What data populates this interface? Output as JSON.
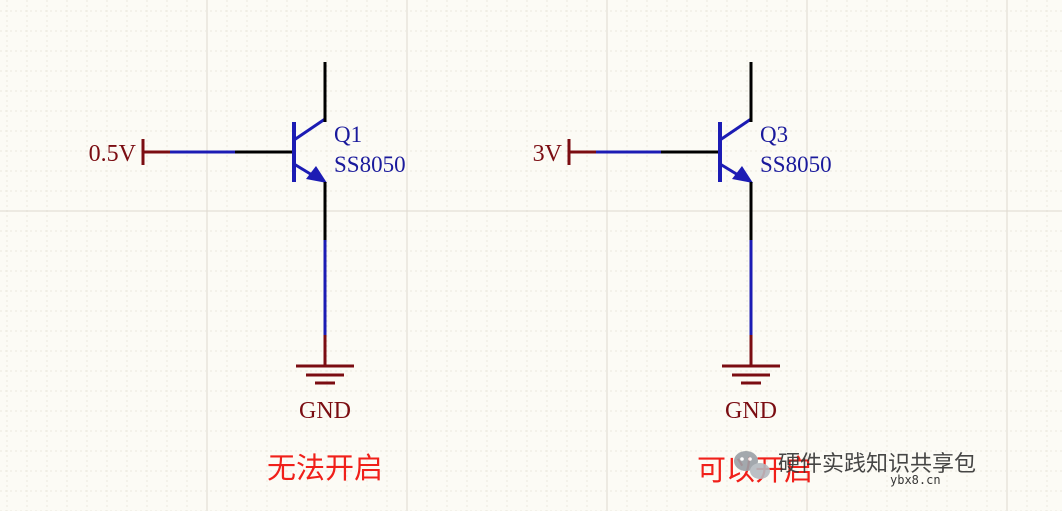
{
  "colors": {
    "background": "#fcfbf5",
    "grid_minor": "#ece9df",
    "grid_major": "#dedad0",
    "wire": "#1c1cb4",
    "pin": "#000000",
    "power": "#7b0d12",
    "label": "#1a1a9c",
    "caption": "#f0201a"
  },
  "circuits": [
    {
      "source": "0.5V",
      "designator": "Q1",
      "part": "SS8050",
      "ground": "GND",
      "caption": "无法开启"
    },
    {
      "source": "3V",
      "designator": "Q3",
      "part": "SS8050",
      "ground": "GND",
      "caption": "可以开启"
    }
  ],
  "watermark": {
    "text": "硬件实践知识共享包",
    "url": "ybx8.cn",
    "icon": "wechat-icon"
  }
}
